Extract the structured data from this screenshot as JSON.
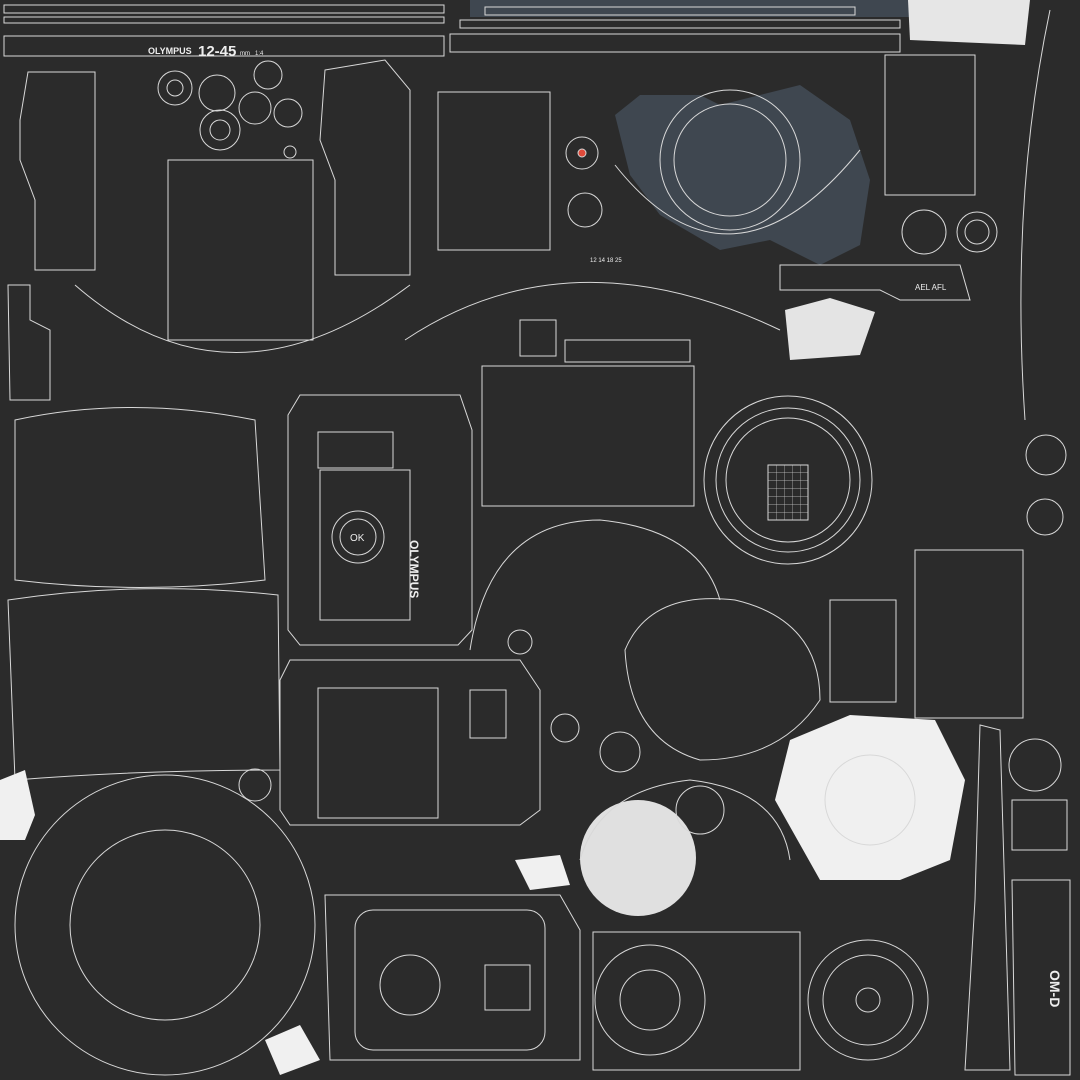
{
  "texture": {
    "background_color": "#2b2b2b",
    "wire_color": "#d8d8d8",
    "island_color": "#3f4750",
    "lens_label": {
      "brand": "OLYMPUS",
      "focal": "12-45",
      "unit": "mm",
      "aperture": "1:4"
    },
    "ok_label": "OK",
    "brand_label": "OLYMPUS",
    "model_label": "OM-D",
    "lock_label": "AEL AFL",
    "zoom_marks": "12 14 18 25"
  }
}
